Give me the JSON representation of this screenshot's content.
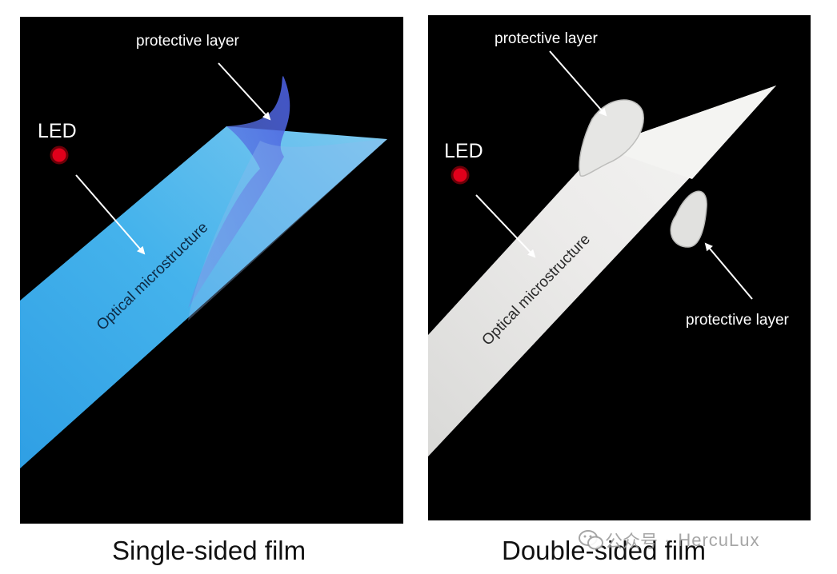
{
  "left_panel": {
    "caption": "Single-sided film",
    "led_label": "LED",
    "protective_label": "protective layer",
    "microstructure_label": "Optical microstructure"
  },
  "right_panel": {
    "caption": "Double-sided film",
    "led_label": "LED",
    "protective_label_top": "protective layer",
    "protective_label_bottom": "protective layer",
    "microstructure_label": "Optical microstructure"
  },
  "watermark": {
    "platform": "公众号",
    "separator": "·",
    "name": "HercuLux"
  },
  "colors": {
    "led": "#e0001b",
    "film_single": "#3aa6e6",
    "film_double": "#e8e8e6",
    "background": "#000000"
  }
}
